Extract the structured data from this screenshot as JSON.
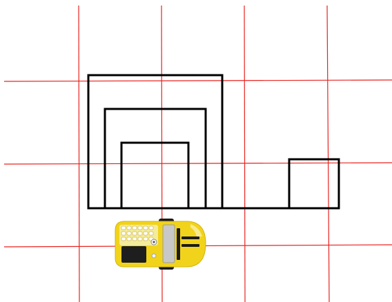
{
  "colors": {
    "background": "#ffffff",
    "grid": "#e8221e",
    "path": "#000000",
    "robot_body": "#f2d31b",
    "robot_body_dark": "#d2b410",
    "robot_panel": "#f5ec9a",
    "robot_screen": "#1e1e1e",
    "robot_wheel": "#1a1a1a",
    "robot_slot": "#c8c8c8"
  },
  "grid": {
    "columns": 4,
    "rows": 3
  },
  "figures": {
    "nested_squares": 3,
    "small_square": 1
  },
  "robot": {
    "icon": "line-following-robot-icon",
    "heading": "right"
  }
}
